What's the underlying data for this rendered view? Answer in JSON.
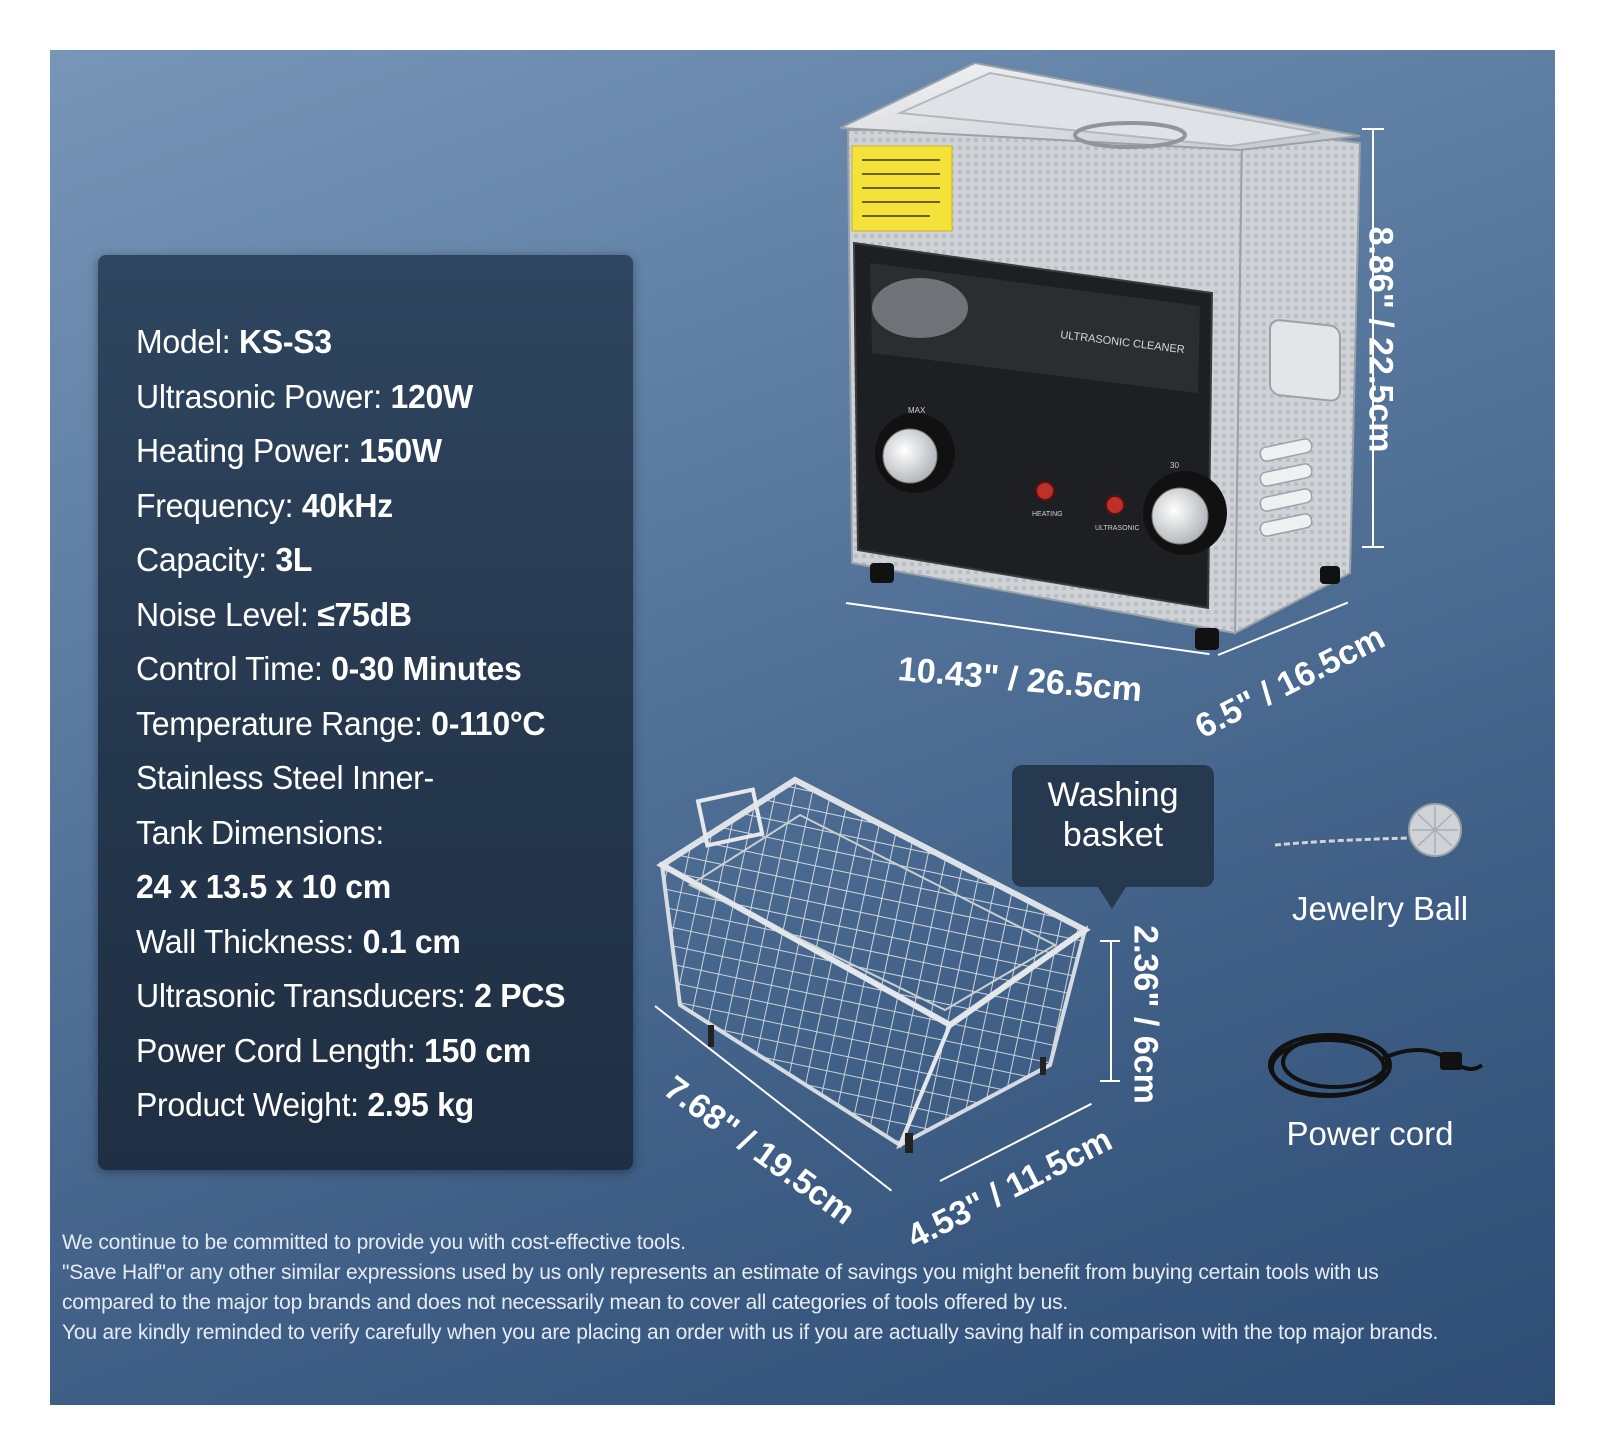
{
  "specs": [
    {
      "label": "Model: ",
      "value": "KS-S3"
    },
    {
      "label": "Ultrasonic Power: ",
      "value": "120W"
    },
    {
      "label": "Heating Power: ",
      "value": "150W"
    },
    {
      "label": "Frequency: ",
      "value": "40kHz"
    },
    {
      "label": "Capacity: ",
      "value": "3L"
    },
    {
      "label": "Noise Level: ",
      "value": "≤75dB"
    },
    {
      "label": "Control Time: ",
      "value": "0-30 Minutes"
    },
    {
      "label": "Temperature Range:  ",
      "value": "0-110°C"
    },
    {
      "label": "Stainless Steel Inner-",
      "value": ""
    },
    {
      "label": "Tank Dimensions:",
      "value": ""
    },
    {
      "label": "",
      "value": "24 x 13.5 x 10 cm"
    },
    {
      "label": "Wall Thickness: ",
      "value": "0.1 cm"
    },
    {
      "label": "Ultrasonic Transducers: ",
      "value": "2 PCS"
    },
    {
      "label": "Power Cord Length: ",
      "value": "150 cm"
    },
    {
      "label": "Product Weight: ",
      "value": "2.95 kg"
    }
  ],
  "cleaner": {
    "panel_label": "ULTRASONIC CLEANER",
    "knob_left_top": "MAX",
    "knob_right_top": "30",
    "button_heating": "HEATING",
    "button_ultrasonic": "ULTRASONIC",
    "dim_height": "8.86\" / 22.5cm",
    "dim_width": "10.43\" / 26.5cm",
    "dim_depth": "6.5\" / 16.5cm"
  },
  "basket": {
    "label_line1": "Washing",
    "label_line2": "basket",
    "dim_height": "2.36\" / 6cm",
    "dim_length": "7.68\" / 19.5cm",
    "dim_width": "4.53\" / 11.5cm"
  },
  "accessories": {
    "jewelry_ball": "Jewelry Ball",
    "power_cord": "Power cord"
  },
  "disclaimer": [
    "We continue to be committed to provide you with cost-effective tools.",
    "\"Save Half\"or any other similar expressions used by us only represents an estimate of savings you might benefit from buying certain tools with us",
    "compared to the major top brands and does not necessarily mean to cover all categories of tools offered by us.",
    "You are kindly reminded to verify carefully when you are placing an order with us if you are actually saving half in comparison with the top major brands."
  ],
  "colors": {
    "background_top": "#7796b8",
    "background_bottom": "#2e4d74",
    "panel": "#25374d",
    "text": "#ffffff"
  }
}
